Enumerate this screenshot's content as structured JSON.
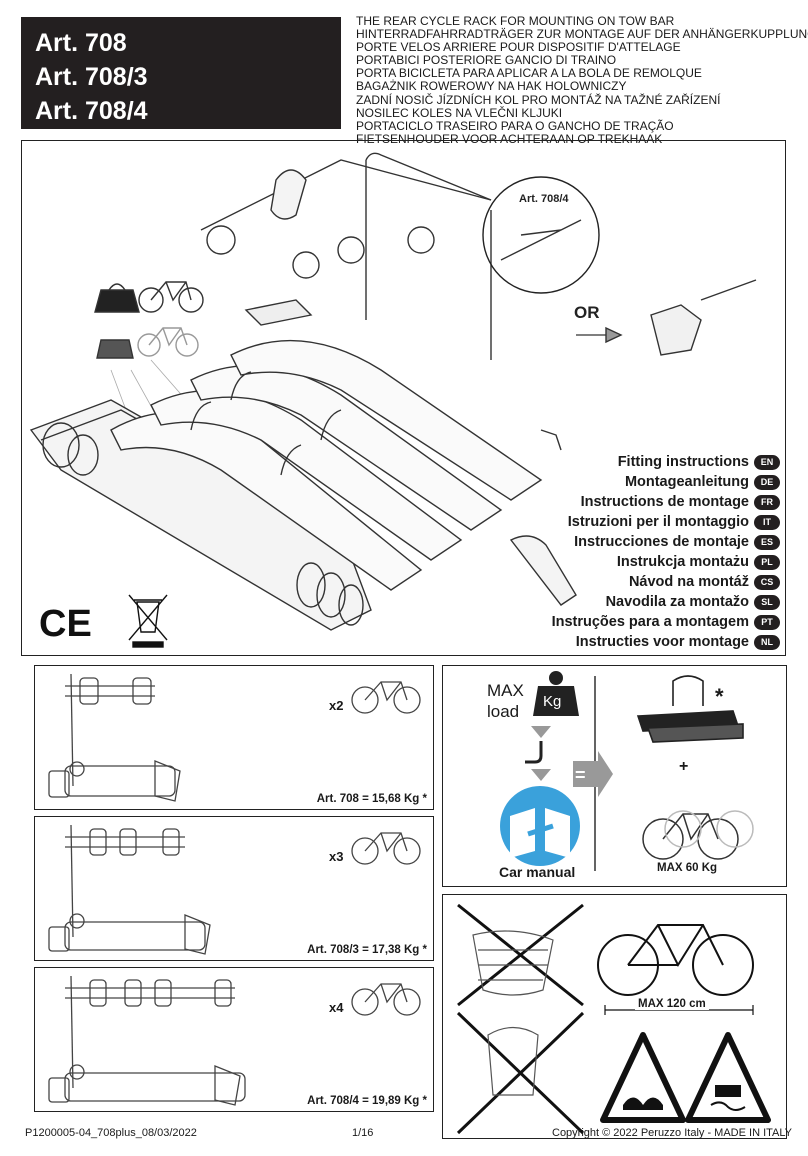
{
  "header": {
    "models": [
      "Art. 708",
      "Art. 708/3",
      "Art. 708/4"
    ],
    "subtitles": [
      "THE REAR CYCLE RACK FOR MOUNTING ON TOW BAR",
      "HINTERRADFAHRRADTRÄGER ZUR MONTAGE AUF DER ANHÄNGERKUPPLUNG",
      "PORTE VELOS ARRIERE POUR DISPOSITIF D'ATTELAGE",
      "PORTABICI POSTERIORE GANCIO DI TRAINO",
      "PORTA BICICLETA PARA APLICAR A LA BOLA DE REMOLQUE",
      "BAGAŻNIK ROWEROWY NA HAK HOLOWNICZY",
      "ZADNÍ NOSIČ JÍZDNÍCH KOL PRO MONTÁŽ NA TAŽNÉ ZAŘÍZENÍ",
      "NOSILEC KOLES NA VLEČNI KLJUKI",
      "PORTACICLO TRASEIRO PARA O GANCHO DE TRAÇÃO",
      "FIETSENHOUDER VOOR ACHTERAAN OP TREKHAAK"
    ]
  },
  "main": {
    "callout_label": "Art. 708/4",
    "or_label": "OR",
    "languages": [
      {
        "label": "Fitting instructions",
        "code": "EN"
      },
      {
        "label": "Montageanleitung",
        "code": "DE"
      },
      {
        "label": "Instructions de montage",
        "code": "FR"
      },
      {
        "label": "Istruzioni per il montaggio",
        "code": "IT"
      },
      {
        "label": "Instrucciones de montaje",
        "code": "ES"
      },
      {
        "label": "Instrukcja montażu",
        "code": "PL"
      },
      {
        "label": "Návod na montáž",
        "code": "CS"
      },
      {
        "label": "Navodila za montažo",
        "code": "SL"
      },
      {
        "label": "Instruções para a montagem",
        "code": "PT"
      },
      {
        "label": "Instructies voor montage",
        "code": "NL"
      }
    ],
    "ce_mark": "CE"
  },
  "variants": [
    {
      "count": "x2",
      "weight": "Art. 708 = 15,68 Kg *"
    },
    {
      "count": "x3",
      "weight": "Art. 708/3 = 17,38 Kg *"
    },
    {
      "count": "x4",
      "weight": "Art. 708/4 = 19,89 Kg *"
    }
  ],
  "load": {
    "max_label_1": "MAX",
    "max_label_2": "load",
    "kg_label": "Kg",
    "equals": "=",
    "car_manual": "Car manual",
    "star": "*",
    "plus": "+",
    "max_weight": "MAX 60 Kg"
  },
  "warnings": {
    "max_length": "MAX 120 cm"
  },
  "footer": {
    "code": "P1200005-04_708plus_08/03/2022",
    "page": "1/16",
    "copyright": "Copyright ©  2022 Peruzzo Italy - MADE IN ITALY"
  }
}
